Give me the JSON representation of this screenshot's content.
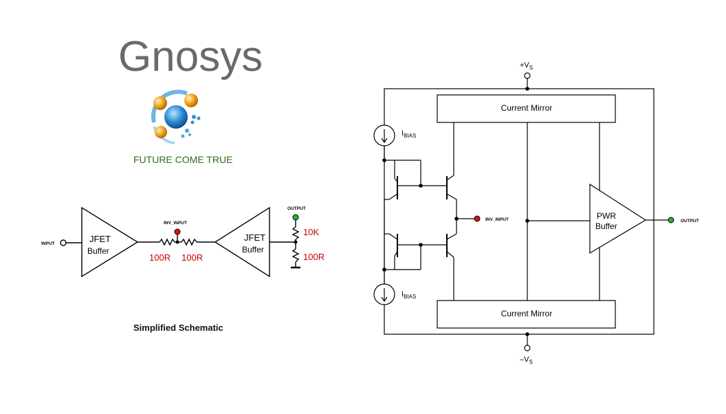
{
  "brand": {
    "name": "Gnosys",
    "tagline": "FUTURE COME TRUE"
  },
  "colors": {
    "brand_gray": "#6a6a6a",
    "tagline_green": "#2f6b1e",
    "value_red": "#c00000",
    "node_red": "#e01010",
    "node_green": "#22b522",
    "wire": "#000000"
  },
  "simplified": {
    "caption": "Simplified Schematic",
    "input_label": "INPUT",
    "inv_input_label": "INV_INPUT",
    "output_label": "OUTPUT",
    "buffer1": {
      "line1": "JFET",
      "line2": "Buffer"
    },
    "buffer2": {
      "line1": "JFET",
      "line2": "Buffer"
    },
    "r1": "100R",
    "r2": "100R",
    "r_top": "10K",
    "r_bottom": "100R"
  },
  "detailed": {
    "vs_pos_label": "+V",
    "vs_neg_label": "–V",
    "vs_sub": "S",
    "current_mirror_top": "Current Mirror",
    "current_mirror_bottom": "Current Mirror",
    "ibias_top": "I",
    "ibias_bottom": "I",
    "ibias_sub": "BIAS",
    "inv_input_label": "INV_INPUT",
    "output_label": "OUTPUT",
    "pwr_buffer": {
      "line1": "PWR",
      "line2": "Buffer"
    }
  }
}
